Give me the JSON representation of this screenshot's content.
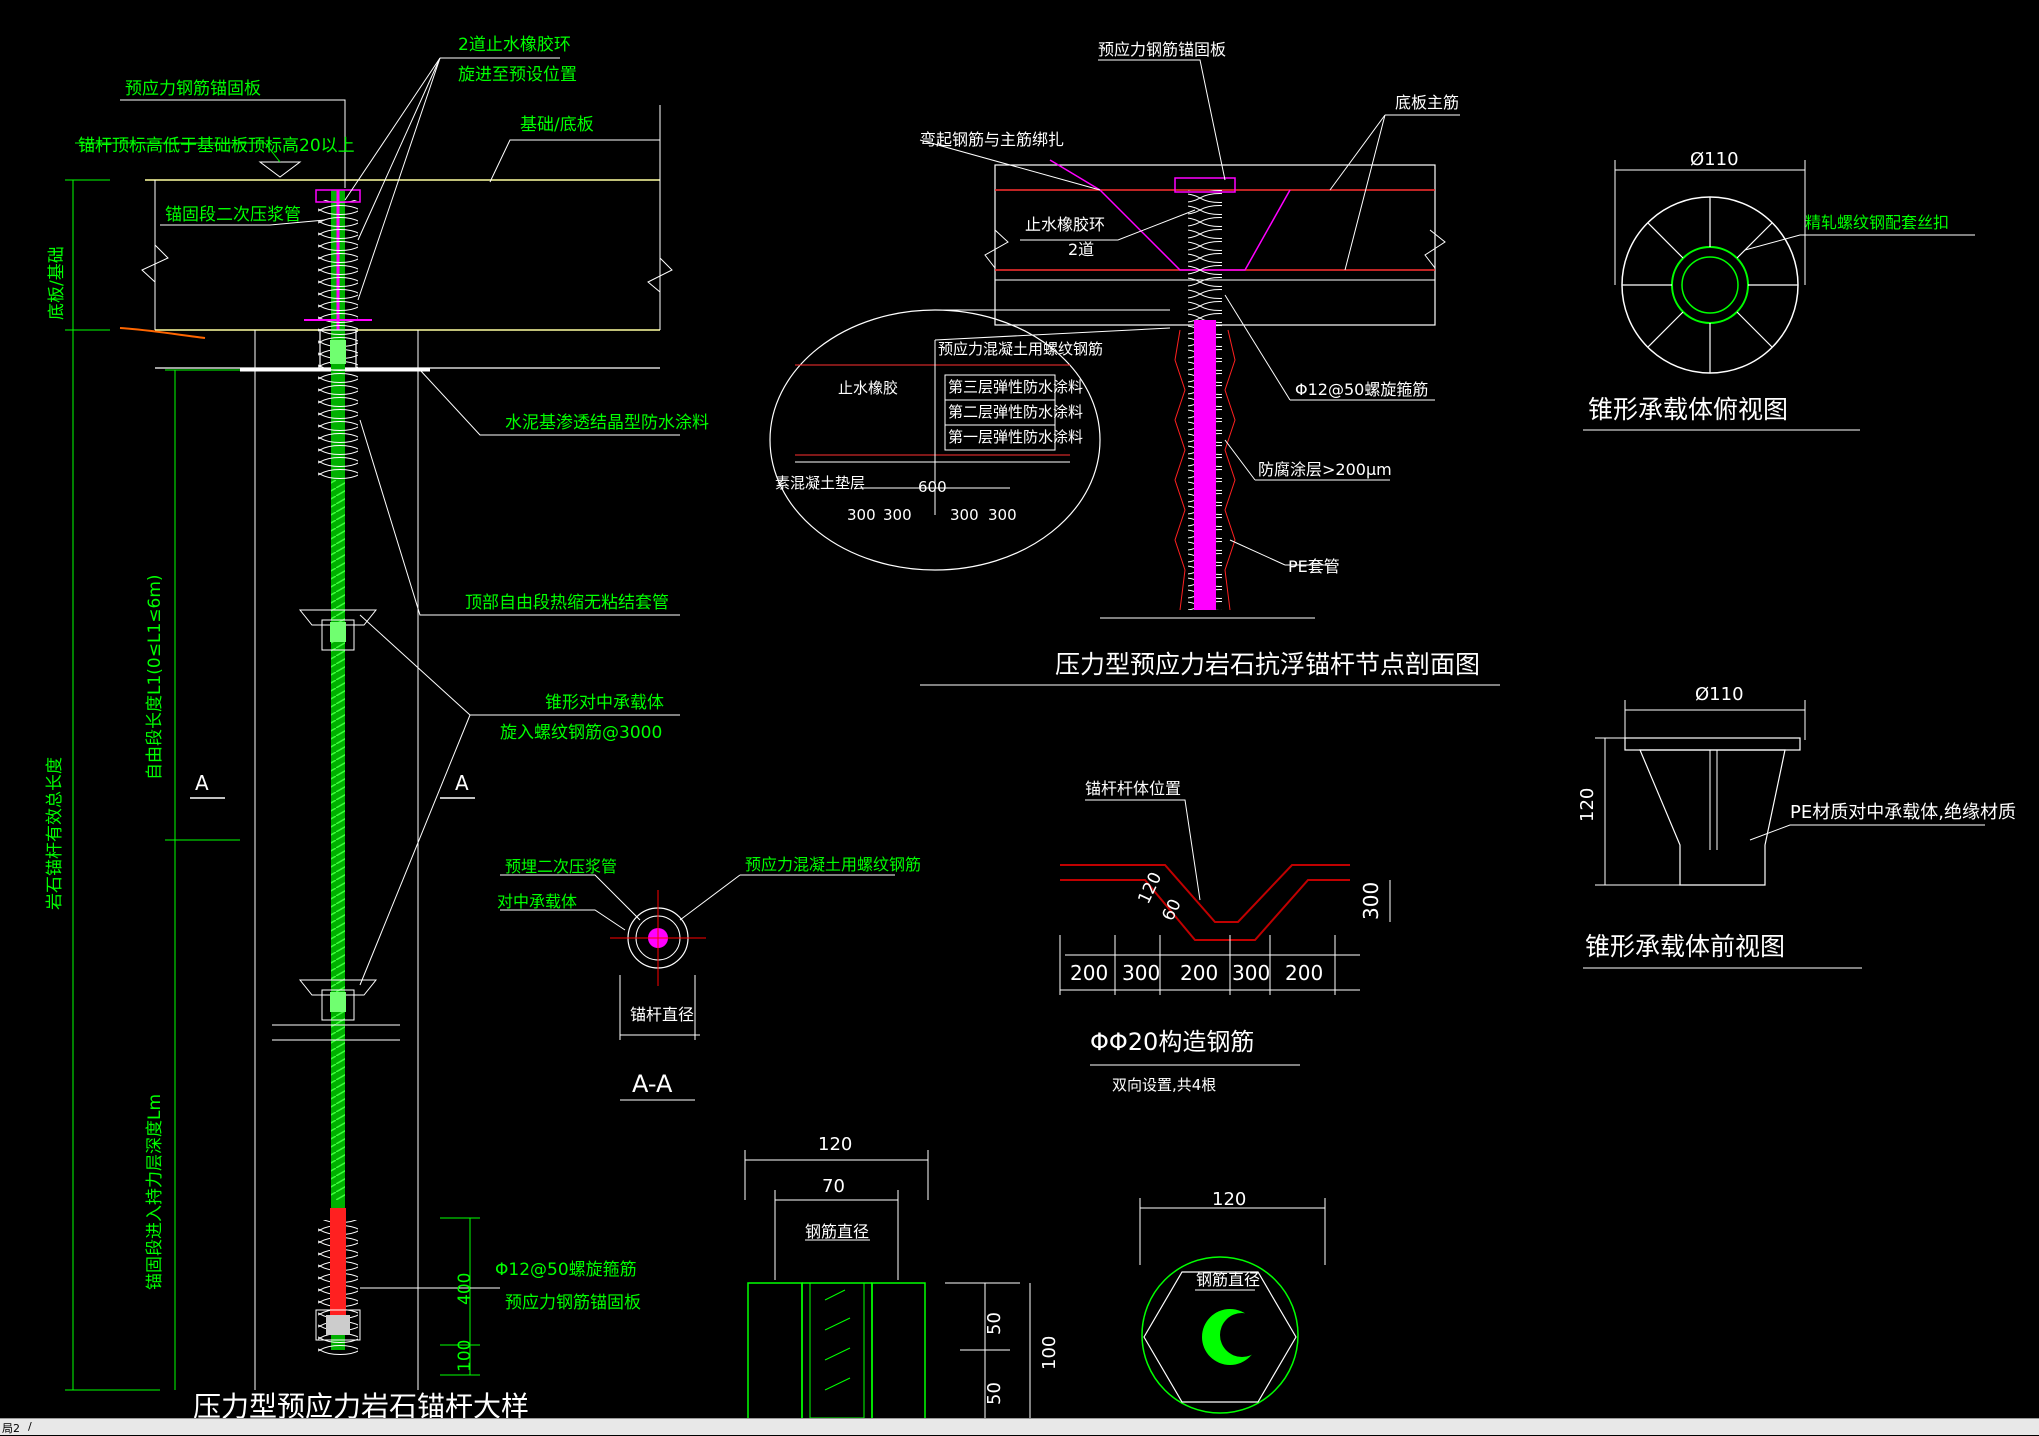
{
  "drawing": {
    "main_detail": {
      "title": "压力型预应力岩石锚杆大样",
      "labels": {
        "seal_ring": "2道止水橡胶环",
        "seal_ring_2": "旋进至预设位置",
        "anchor_plate": "预应力钢筋锚固板",
        "top_elev": "锚杆顶标高低于基础板顶标高20以上",
        "foundation": "基础/底板",
        "grout_pipe": "锚固段二次压浆管",
        "foundation_side": "底板/基础",
        "waterproof_coating": "水泥基渗透结晶型防水涂料",
        "free_sleeve": "顶部自由段热缩无粘结套管",
        "cone_center": "锥形对中承载体",
        "cone_center_2": "旋入螺纹钢筋@3000",
        "free_length": "自由段长度L1(0≤L1≤6m)",
        "total_length": "岩石锚杆有效总长度",
        "anchor_length": "锚固段进入持力层深度Lm",
        "section_mark": "A",
        "spiral": "Φ12@50螺旋箍筋",
        "plate_bottom": "预应力钢筋锚固板",
        "dim_400": "400",
        "dim_100": "100"
      }
    },
    "section_aa": {
      "title": "A-A",
      "labels": {
        "pregrout": "预埋二次压浆管",
        "center": "对中承载体",
        "rebar": "预应力混凝土用螺纹钢筋",
        "dia": "锚杆直径"
      }
    },
    "node_section": {
      "title": "压力型预应力岩石抗浮锚杆节点剖面图",
      "labels": {
        "anchor_plate": "预应力钢筋锚固板",
        "bend_rebar": "弯起钢筋与主筋绑扎",
        "main_rebar": "底板主筋",
        "seal_ring": "止水橡胶环",
        "seal_ring_2": "2道",
        "spiral": "Φ12@50螺旋箍筋",
        "corrosion": "防腐涂层>200μm",
        "pe_sleeve": "PE套管"
      },
      "bubble": {
        "rebar": "预应力混凝土用螺纹钢筋",
        "sealant": "止水橡胶",
        "layer3": "第三层弹性防水涂料",
        "layer2": "第二层弹性防水涂料",
        "layer1": "第一层弹性防水涂料",
        "cushion": "素混凝土垫层",
        "dim_600": "600",
        "dims": [
          "300",
          "300",
          "300",
          "300"
        ]
      }
    },
    "construction_rebar": {
      "title": "ΦΦ20构造钢筋",
      "note": "双向设置,共4根",
      "anchor_pos": "锚杆杆体位置",
      "dims": [
        "200",
        "300",
        "200",
        "300",
        "200"
      ],
      "dim_300": "300",
      "dim_120": "120",
      "dim_60": "60"
    },
    "cone_top": {
      "title": "锥形承载体俯视图",
      "dia": "Ø110",
      "label": "精轧螺纹钢配套丝扣"
    },
    "cone_front": {
      "title": "锥形承载体前视图",
      "dia": "Ø110",
      "height": "120",
      "label": "PE材质对中承载体,绝缘材质"
    },
    "anchor_plate_section": {
      "dim_120": "120",
      "dim_70": "70",
      "rebar_dia": "钢筋直径",
      "dim_50a": "50",
      "dim_50b": "50",
      "dim_100": "100"
    },
    "anchor_plate_plan": {
      "dim_120": "120",
      "rebar_dia": "钢筋直径"
    }
  },
  "status_bar": {
    "tab": "局2",
    "sep": "/"
  },
  "colors": {
    "background": "#000000",
    "white": "#ffffff",
    "green": "#00ff00",
    "yellow": "#ffff00",
    "magenta": "#ff00ff",
    "red": "#ff0000",
    "dark_red": "#c00000",
    "orange": "#ff6600",
    "light_yellow": "#ffffa0"
  }
}
